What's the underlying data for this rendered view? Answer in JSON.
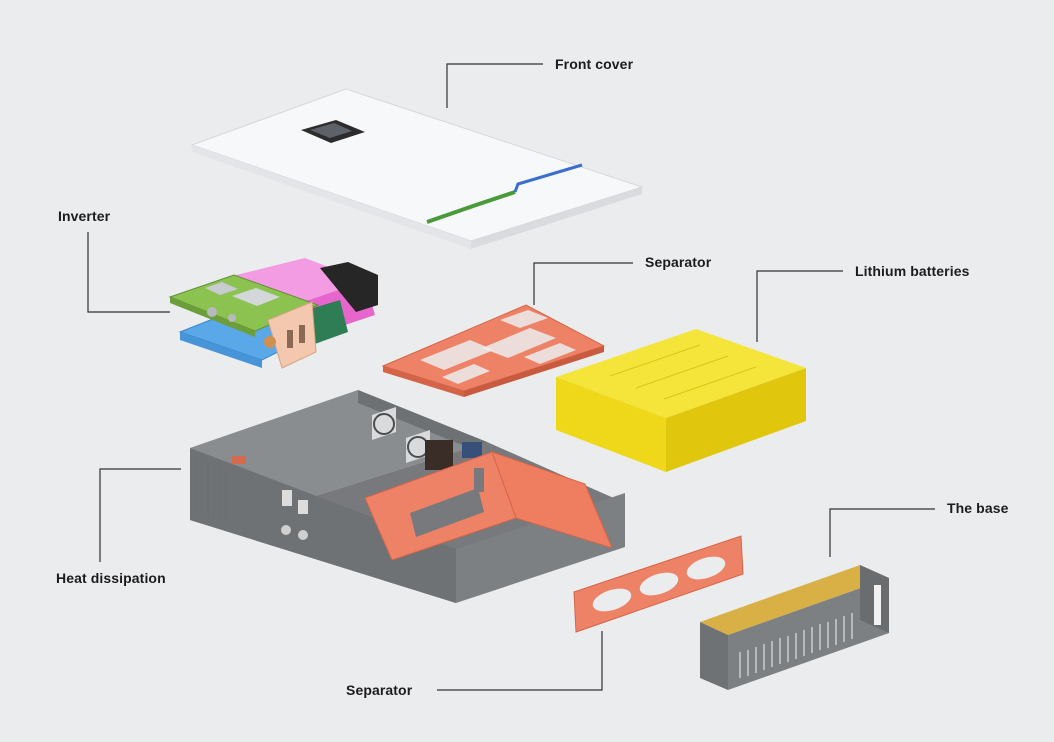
{
  "labels": {
    "front_cover": "Front cover",
    "inverter": "Inverter",
    "separator_top": "Separator",
    "lithium_batteries": "Lithium batteries",
    "heat_dissipation": "Heat dissipation",
    "the_base": "The base",
    "separator_bottom": "Separator"
  },
  "colors": {
    "background": "#ebecee",
    "cover": "#f6f7f9",
    "separator": "#ee8266",
    "battery": "#f2dd1c",
    "case": "#7c7f82",
    "leader_line": "#333333",
    "cover_stripe_green": "#4a9a3a",
    "cover_stripe_blue": "#3a6fcf",
    "board_pink": "#ee6fd0",
    "board_green": "#7fb84a",
    "board_blue": "#5aa8e8"
  }
}
